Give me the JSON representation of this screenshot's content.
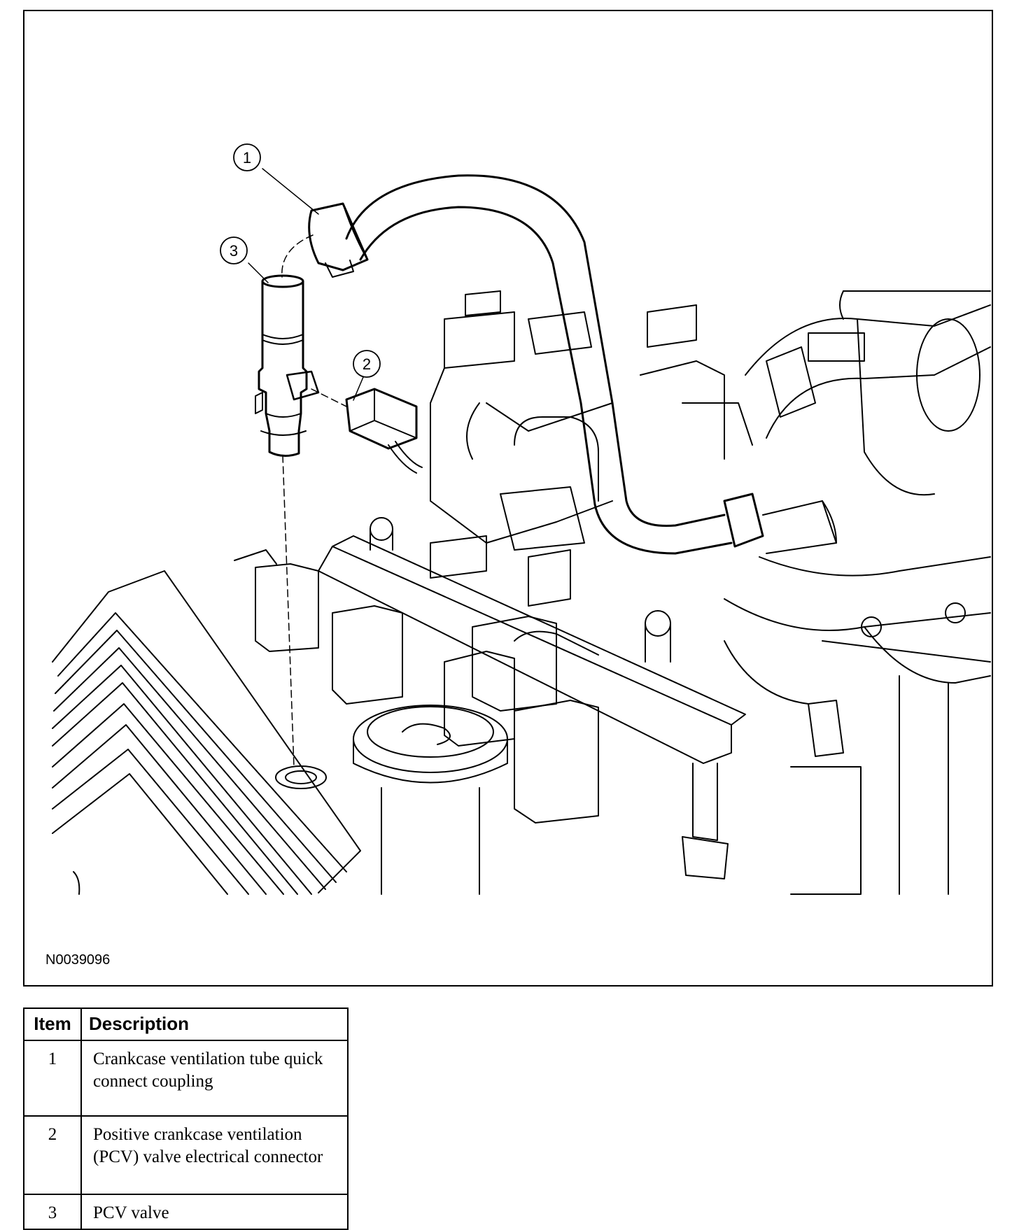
{
  "figure": {
    "id_label": "N0039096",
    "callouts": [
      "1",
      "2",
      "3"
    ]
  },
  "legend": {
    "headers": {
      "item": "Item",
      "description": "Description"
    },
    "rows": [
      {
        "item": "1",
        "description": "Crankcase ventilation tube quick connect coupling"
      },
      {
        "item": "2",
        "description": "Positive crankcase ventilation (PCV) valve electrical connector"
      },
      {
        "item": "3",
        "description": "PCV valve"
      }
    ]
  },
  "colors": {
    "line": "#000000",
    "background": "#ffffff"
  }
}
